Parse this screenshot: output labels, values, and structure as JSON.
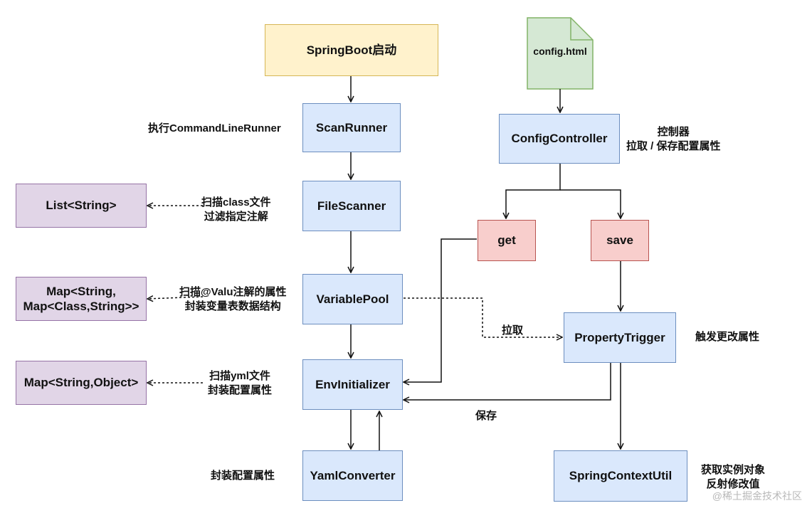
{
  "nodes": {
    "springboot": "SpringBoot启动",
    "scan_runner": "ScanRunner",
    "file_scanner": "FileScanner",
    "variable_pool": "VariablePool",
    "env_initializer": "EnvInitializer",
    "yaml_converter": "YamlConverter",
    "list_string": "List<String>",
    "map_nested_line1": "Map<String,",
    "map_nested_line2": "Map<Class,String>>",
    "map_object": "Map<String,Object>",
    "config_html": "config.html",
    "config_controller": "ConfigController",
    "get": "get",
    "save": "save",
    "property_trigger": "PropertyTrigger",
    "spring_context_util": "SpringContextUtil"
  },
  "labels": {
    "exec_runner": "执行CommandLineRunner",
    "scan_class_line1": "扫描class文件",
    "scan_class_line2": "过滤指定注解",
    "scan_value_line1": "扫描@Valu注解的属性",
    "scan_value_line2": "封装变量表数据结构",
    "scan_yml_line1": "扫描yml文件",
    "scan_yml_line2": "封装配置属性",
    "wrap_config": "封装配置属性",
    "controller_line1": "控制器",
    "controller_line2": "拉取 / 保存配置属性",
    "pull": "拉取",
    "trigger_desc": "触发更改属性",
    "save_label": "保存",
    "instance_line1": "获取实例对象",
    "instance_line2": "反射修改值"
  },
  "watermark": "@稀土掘金技术社区",
  "colors": {
    "blue_fill": "#dae8fc",
    "blue_stroke": "#6c8ebf",
    "yellow_fill": "#fff2cc",
    "yellow_stroke": "#d6b656",
    "purple_fill": "#e1d5e7",
    "purple_stroke": "#9673a6",
    "red_fill": "#f8cecc",
    "red_stroke": "#b85450",
    "green_fill": "#d5e8d4",
    "green_stroke": "#82b366"
  }
}
